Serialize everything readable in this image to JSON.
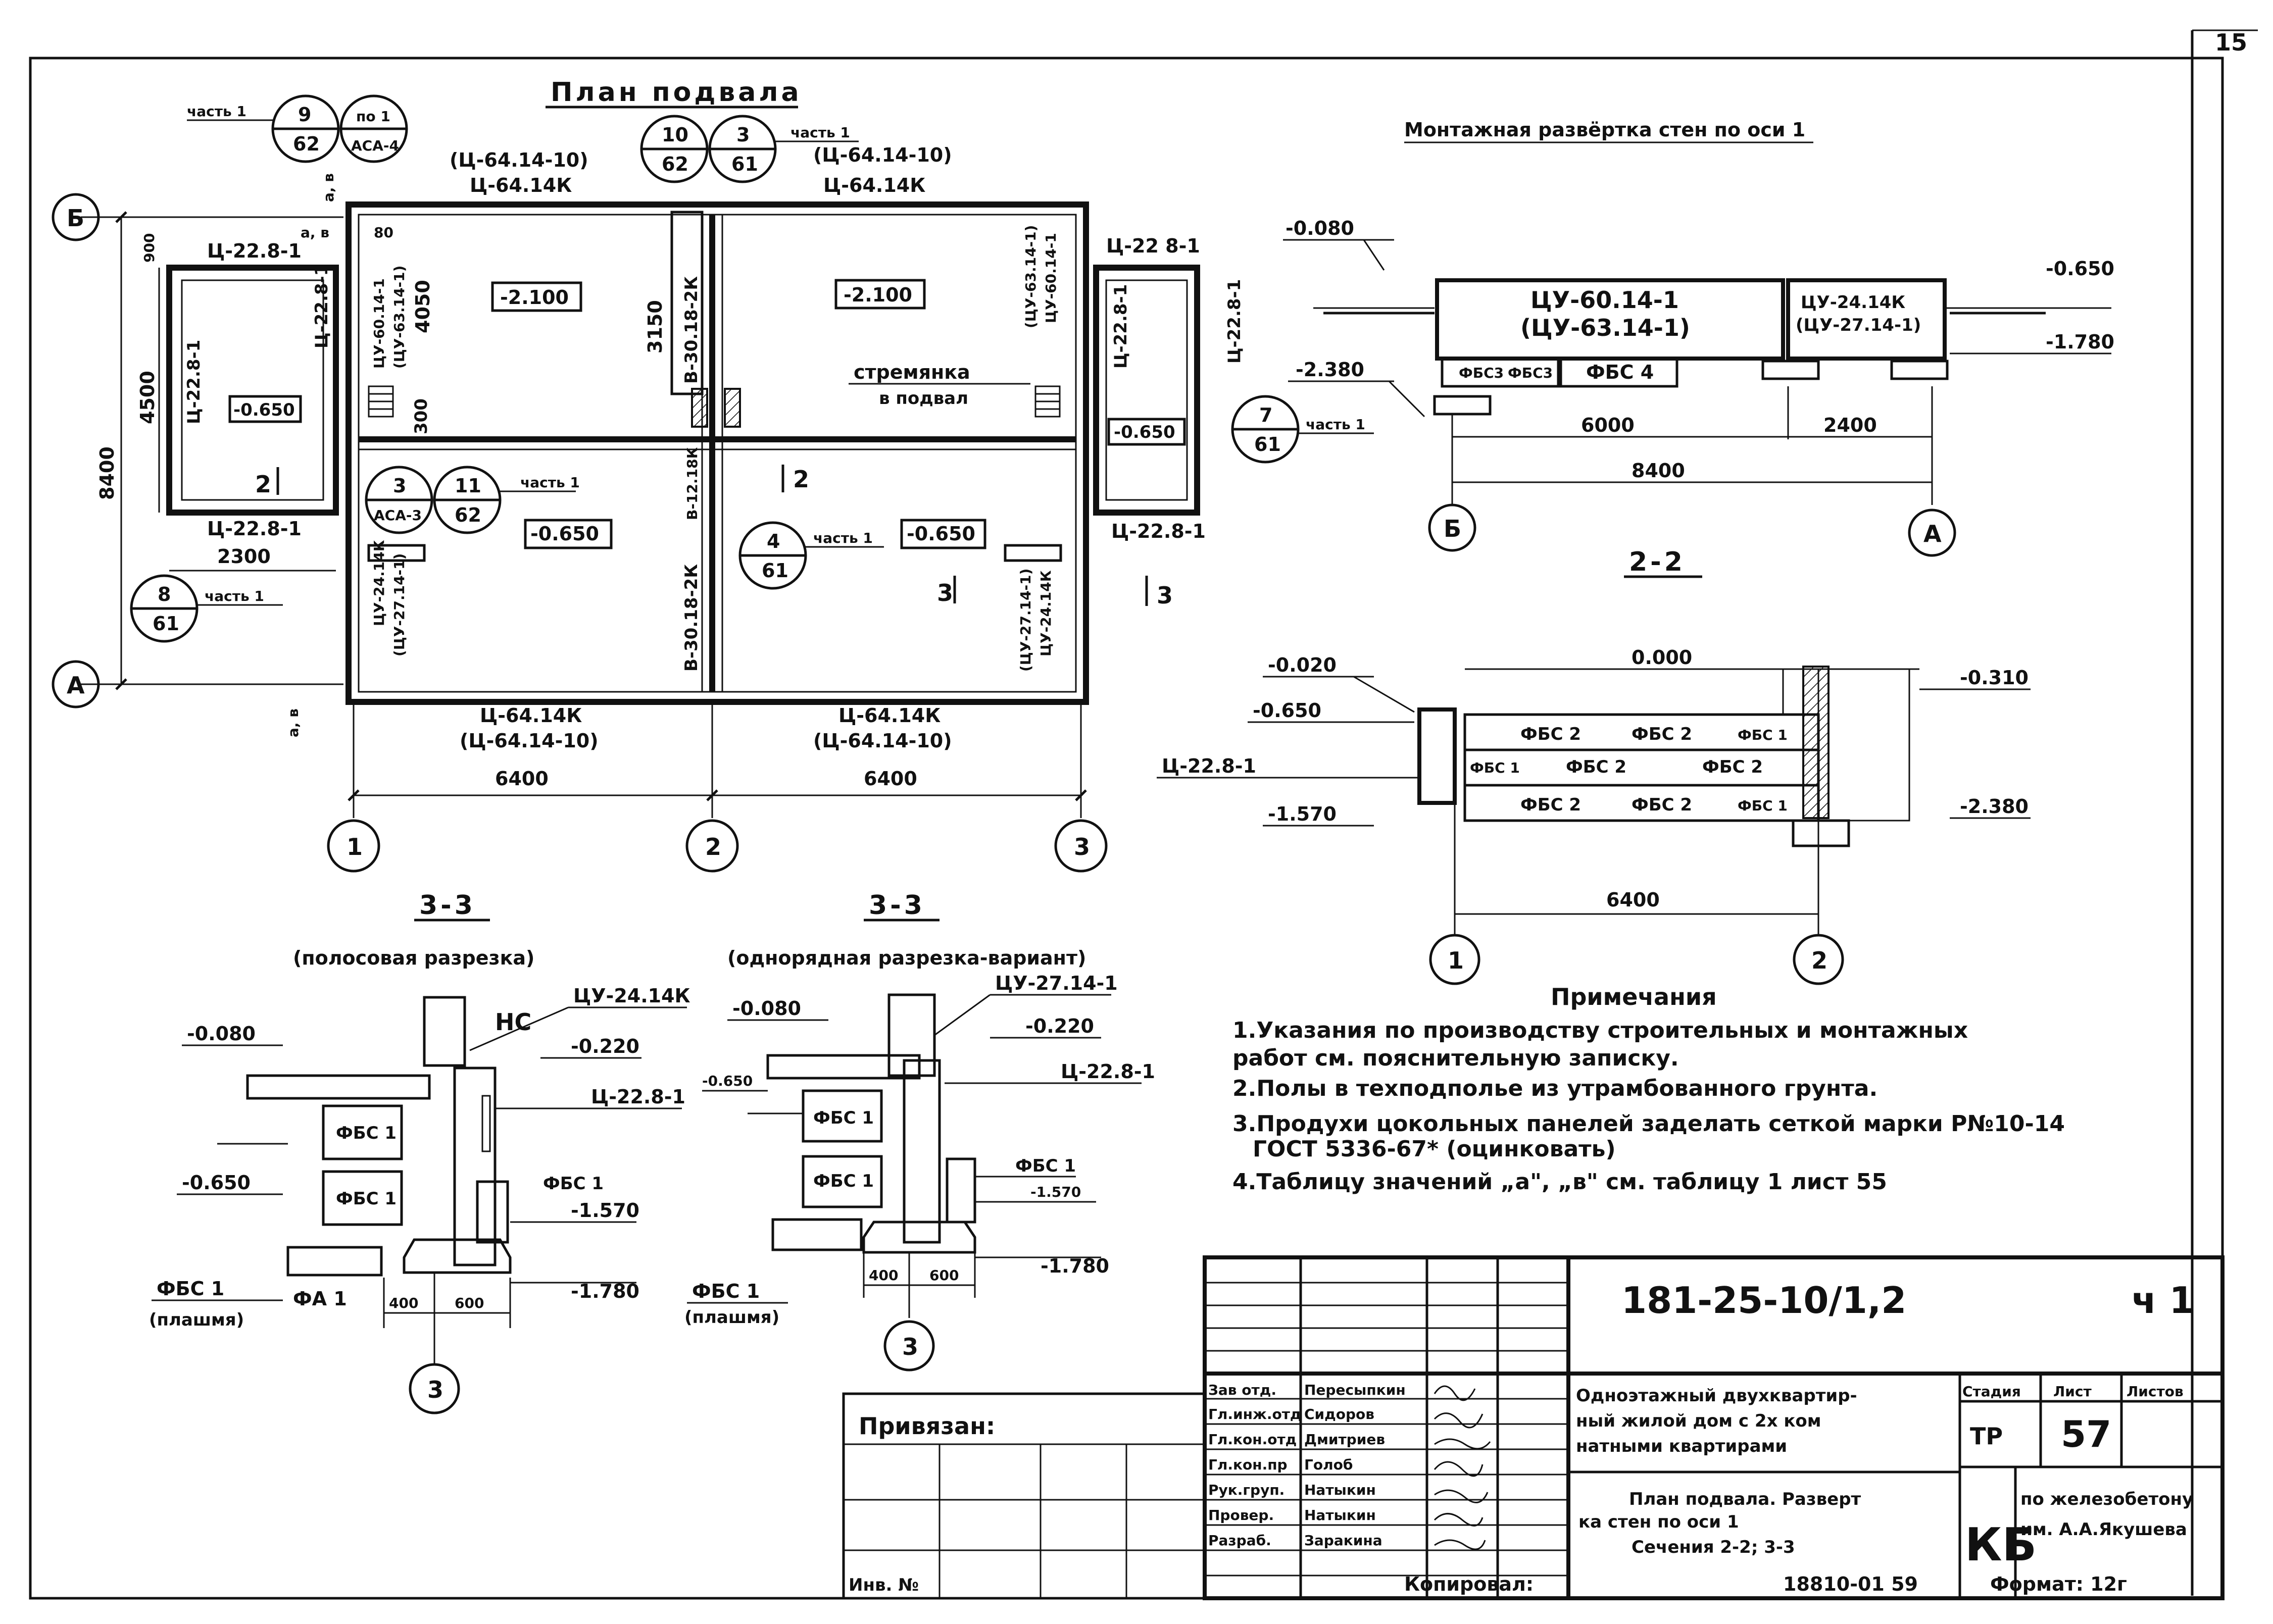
{
  "sheet_number_corner": "15",
  "plan": {
    "title": "План подвала",
    "top_wall_1": "(Ц-64.14-10)",
    "top_wall_1b": "Ц-64.14К",
    "top_wall_2": "(Ц-64.14-10)",
    "top_wall_2b": "Ц-64.14К",
    "bottom_wall_1": "Ц-64.14К",
    "bottom_wall_1b": "(Ц-64.14-10)",
    "bottom_wall_2": "Ц-64.14К",
    "bottom_wall_2b": "(Ц-64.14-10)",
    "dim_6400_a": "6400",
    "dim_6400_b": "6400",
    "dim_8400": "8400",
    "dim_4500": "4500",
    "dim_2300": "2300",
    "dim_4050": "4050",
    "dim_3150": "3150",
    "dim_300": "300",
    "dim_900": "900",
    "dim_80": "80",
    "level_1": "-2.100",
    "level_2": "-2.100",
    "level_3": "-0.650",
    "level_4": "-0.650",
    "level_5": "-0.650",
    "level_6": "-0.650",
    "ladder": "стремянка",
    "ladder_b": "в подвал",
    "wall_c1": "Ц-22.8-1",
    "wall_c2": "Ц-22.8-1",
    "wall_c3": "Ц-22.8-1",
    "wall_c4": "Ц-22.8-1",
    "wall_c5": "Ц-22 8-1",
    "wall_c6": "Ц-22.8-1",
    "wall_c7": "Ц-22.8-1",
    "wall_c8": "Ц-22.8-1",
    "wall_cu1": "ЦУ-60.14-1",
    "wall_cu1b": "(ЦУ-63.14-1)",
    "wall_cu2": "(ЦУ-63.14-1)",
    "wall_cu2b": "ЦУ-60.14-1",
    "wall_cu3": "ЦУ-24.14К",
    "wall_cu3b": "(ЦУ-27.14-1)",
    "wall_cu4": "(ЦУ-27.14-1)",
    "wall_cu4b": "ЦУ-24.14К",
    "wall_v1": "В-30.18-2К",
    "wall_v2": "В-12.18К",
    "wall_v3": "В-30.18-2К",
    "ab_top": "а, в",
    "ab_top2": "а, в",
    "ab_bottom": "а, в",
    "axis_A": "А",
    "axis_B": "Б",
    "axis_1": "1",
    "axis_2": "2",
    "axis_3": "3",
    "sec_2": "2",
    "sec_2b": "2",
    "sec_3": "3",
    "sec_3b": "3",
    "callouts": [
      {
        "top": "9",
        "bot": "62",
        "label": "часть 1"
      },
      {
        "top": "по 1",
        "bot": "АСА-4",
        "label": ""
      },
      {
        "top": "10",
        "bot": "62",
        "label": ""
      },
      {
        "top": "3",
        "bot": "61",
        "label": "часть 1"
      },
      {
        "top": "7",
        "bot": "61",
        "label": "часть 1"
      },
      {
        "top": "3",
        "bot": "АСА-3",
        "label": ""
      },
      {
        "top": "11",
        "bot": "62",
        "label": "часть 1"
      },
      {
        "top": "4",
        "bot": "61",
        "label": "часть 1"
      },
      {
        "top": "8",
        "bot": "61",
        "label": "часть 1"
      }
    ]
  },
  "elevation": {
    "title": "Монтажная развёртка стен по оси 1",
    "lvl_a": "-0.080",
    "lvl_b": "-0.650",
    "lvl_c": "-2.380",
    "lvl_d": "-1.780",
    "panel1": "ЦУ-60.14-1",
    "panel1b": "(ЦУ-63.14-1)",
    "panel2": "ЦУ-24.14К",
    "panel2b": "(ЦУ-27.14-1)",
    "blk1": "ФБС3",
    "blk2": "ФБС3",
    "blk3": "ФБС 4",
    "dim_6000": "6000",
    "dim_2400": "2400",
    "dim_8400": "8400",
    "axis_B": "Б",
    "axis_A": "А"
  },
  "section22": {
    "title": "2-2",
    "lvl_1": "-0.020",
    "lvl_2": "-0.650",
    "lvl_3": "0.000",
    "lvl_4": "-0.310",
    "lvl_5": "-1.570",
    "lvl_6": "-2.380",
    "wall": "Ц-22.8-1",
    "b1": "ФБС 2",
    "b2": "ФБС 2",
    "b3": "ФБС 1",
    "b4": "ФБС 1",
    "b5": "ФБС 2",
    "b6": "ФБС 2",
    "b7": "ФБС 2",
    "b8": "ФБС 2",
    "b9": "ФБС 1",
    "dim": "6400",
    "axis_1": "1",
    "axis_2": "2"
  },
  "section33a": {
    "title": "3-3",
    "subtitle": "(полосовая разрезка)",
    "lvl_1": "-0.080",
    "lvl_2": "-0.220",
    "lvl_3": "-0.650",
    "lvl_4": "-1.570",
    "lvl_5": "-1.780",
    "panel": "ЦУ-24.14К",
    "hc": "НС",
    "wall": "Ц-22.8-1",
    "b1": "ФБС 1",
    "b2": "ФБС 1",
    "b3": "ФБС 1",
    "fa": "ФА 1",
    "fbs_left": "ФБС 1",
    "fbs_left_b": "(плашмя)",
    "d1": "400",
    "d2": "600",
    "axis": "3"
  },
  "section33b": {
    "title": "3-3",
    "subtitle": "(однорядная разрезка-вариант)",
    "lvl_1": "-0.080",
    "lvl_2": "-0.220",
    "lvl_3": "-0.650",
    "lvl_4": "-1.570",
    "lvl_5": "-1.780",
    "panel": "ЦУ-27.14-1",
    "wall": "Ц-22.8-1",
    "b1": "ФБС 1",
    "b2": "ФБС 1",
    "b3": "ФБС 1",
    "fbs_left": "ФБС 1",
    "fbs_left_b": "(плашмя)",
    "d1": "400",
    "d2": "600",
    "axis": "3"
  },
  "notes": {
    "title": "Примечания",
    "n1": "1.Указания по производству строительных и монтажных",
    "n1b": "работ см. пояснительную записку.",
    "n2": "2.Полы в техподполье из утрамбованного грунта.",
    "n3": "3.Продухи цокольных панелей заделать сеткой марки Р№10-14",
    "n3b": "ГОСТ 5336-67* (оцинковать)",
    "n4": "4.Таблицу значений „а\", „в\" см. таблицу 1 лист 55"
  },
  "stamp": {
    "code": "181-25-10/1,2",
    "part": "ч 1",
    "object_1": "Одноэтажный двухквартир-",
    "object_2": "ный жилой дом с 2х ком",
    "object_3": "натными квартирами",
    "sheet_1": "План подвала. Разверт",
    "sheet_2": "ка стен по оси 1",
    "sheet_3": "Сечения 2-2; 3-3",
    "h_stage": "Стадия",
    "h_sheet": "Лист",
    "h_sheets": "Листов",
    "stage": "ТР",
    "sheet": "57",
    "org_1": "КБ",
    "org_2": "по железобетону",
    "org_3": "им. А.А.Якушева",
    "roles": [
      "Зав отд.",
      "Гл.инж.отд",
      "Гл.кон.отд",
      "Гл.кон.пр",
      "Рук.груп.",
      "Провер.",
      "Разраб."
    ],
    "names": [
      "Пересыпкин",
      "Сидоров",
      "Дмитриев",
      "Голоб",
      "Натыкин",
      "Натыкин",
      "Заракина"
    ],
    "bound": "Привязан:",
    "inv": "Инв. №",
    "copied": "Копировал:",
    "footer_num": "18810-01 59",
    "format": "Формат: 12г"
  }
}
